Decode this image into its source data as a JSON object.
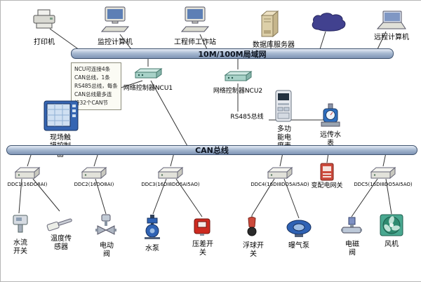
{
  "buses": {
    "lan": "10M/100M局域网",
    "can": "CAN总线",
    "rs485": "RS485总线"
  },
  "note": {
    "lines": [
      "NCU可连接4条",
      "CAN总线，1条",
      "RS485总线，每条",
      "CAN总线最多连",
      "接32个CAN节"
    ]
  },
  "nodes": {
    "printer": "打印机",
    "monitor_pc": "监控计算机",
    "workstation": "工程师工作站",
    "db_server": "数据库服务器",
    "remote_pc": "远程计算机",
    "ncu1": "网络控制器NCU1",
    "ncu2": "网络控制器NCU2",
    "touch_panel": "现场触摸控制器",
    "power_meter": "多功能电度表",
    "water_meter": "远传水表",
    "ddc1": "DDC1(16DO8AI)",
    "ddc2": "DDC2(16DO8AI)",
    "ddc3": "DDC3(16DI8DO5AI5AO)",
    "ddc4": "DDC4(16DI8DO5AI5AO)",
    "gateway": "变配电网关",
    "ddc5": "DDC5(16DI8DO5AI5AO)",
    "flow_switch": "水流开关",
    "temp_sensor": "温度传感器",
    "motor_valve": "电动阀",
    "pump": "水泵",
    "pressure_switch": "压差开关",
    "float_switch": "浮球开关",
    "aeration_pump": "曝气泵",
    "solenoid_valve": "电磁阀",
    "fan": "风机"
  },
  "colors": {
    "bus": "#7e94b4",
    "cloud": "#41418f",
    "device_red": "#cc4a3c",
    "device_blue": "#2f62b4",
    "fan_green": "#2f8a70"
  }
}
